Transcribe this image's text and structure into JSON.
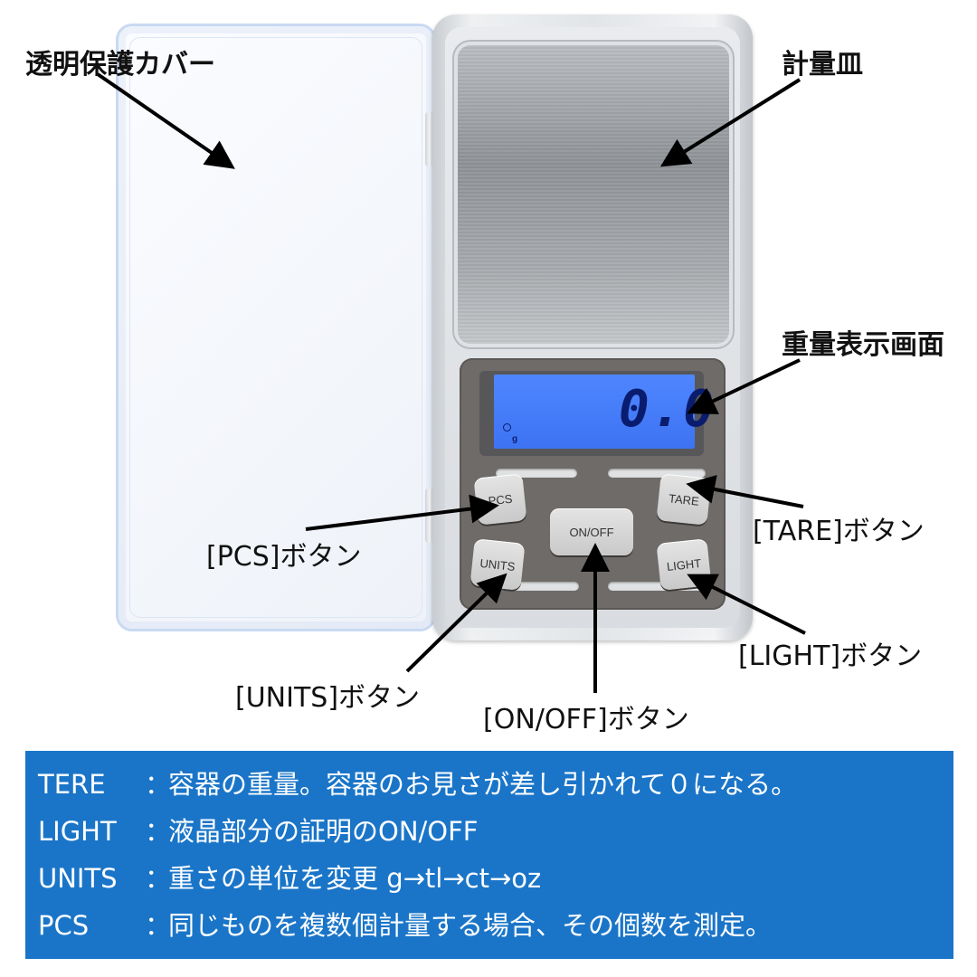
{
  "device": {
    "display_value": "0.0",
    "display_unit": "g",
    "buttons": {
      "pcs": "PCS",
      "tare": "TARE",
      "on_off": "ON/OFF",
      "units": "UNITS",
      "light": "LIGHT"
    }
  },
  "labels": {
    "cover": "透明保護カバー",
    "plate": "計量皿",
    "display": "重量表示画面",
    "tare": "[TARE]ボタン",
    "pcs": "[PCS]ボタン",
    "light": "[LIGHT]ボタン",
    "units": "[UNITS]ボタン",
    "on_off": "[ON/OFF]ボタン"
  },
  "info": {
    "rows": [
      {
        "key": "TERE",
        "sep": "：",
        "text": "容器の重量。容器のお見さが差し引かれて０になる。"
      },
      {
        "key": "LIGHT",
        "sep": "：",
        "text": "液晶部分の証明のON/OFF"
      },
      {
        "key": "UNITS",
        "sep": "：",
        "text": "重さの単位を変更 g→tl→ct→oz"
      },
      {
        "key": "PCS",
        "sep": "：",
        "text": "同じものを複数個計量する場合、その個数を測定。"
      }
    ]
  },
  "colors": {
    "info_background": "#1a75c8",
    "lcd_background": "#4f86ff",
    "arrow": "#000000"
  }
}
